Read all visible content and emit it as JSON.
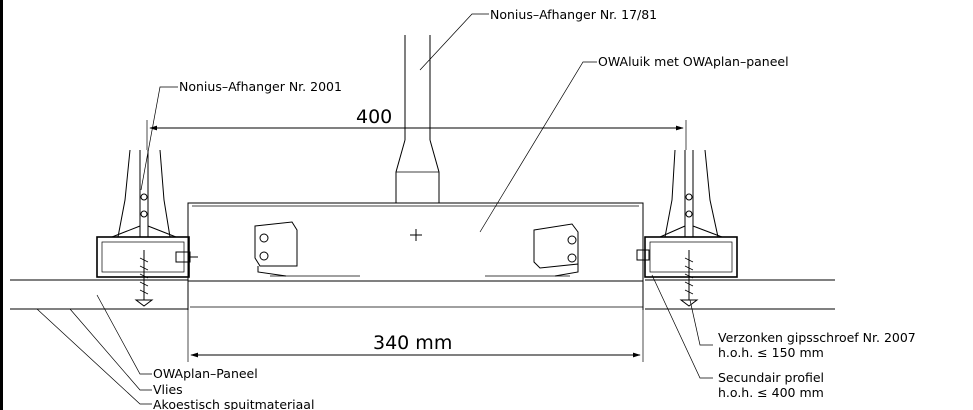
{
  "labels": {
    "hanger_top": "Nonius–Afhanger Nr. 17/81",
    "hanger_left": "Nonius–Afhanger Nr. 2001",
    "hatch": "OWAluik met OWAplan–paneel",
    "screw_line1": "Verzonken gipsschroef Nr. 2007",
    "screw_line2": "h.o.h. ≤ 150 mm",
    "profile_line1": "Secundair profiel",
    "profile_line2": "h.o.h. ≤ 400 mm",
    "panel": "OWAplan–Paneel",
    "fleece": "Vlies",
    "spray": "Akoestisch spuitmateriaal"
  },
  "dimensions": {
    "top": "400",
    "bottom": "340 mm"
  },
  "colors": {
    "line": "#000000",
    "background": "#ffffff"
  }
}
